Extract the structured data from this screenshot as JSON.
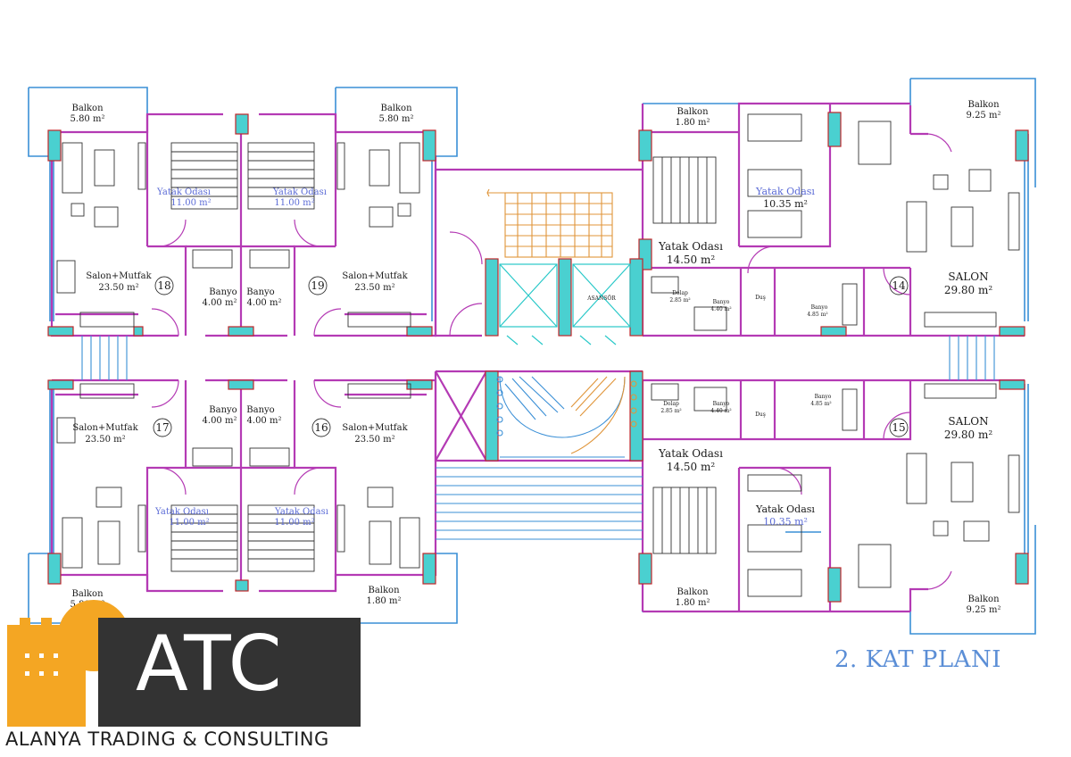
{
  "plan_title": "2. KAT PLANI",
  "logo": {
    "wordmark": "ATC",
    "tagline": "ALANYA TRADING & CONSULTING"
  },
  "colors": {
    "wall": "#b43ab4",
    "window": "#3a8fd6",
    "stair_orange": "#e0953a",
    "elevator": "#28c8c8",
    "column_fill": "#4ad0d0",
    "column_border": "#c0262a",
    "title_blue": "#5b8ed6",
    "logo_orange": "#f4a623",
    "logo_dark": "#333333",
    "text_dark": "#1a1a1a"
  },
  "units": [
    {
      "number": "18"
    },
    {
      "number": "19"
    },
    {
      "number": "14"
    },
    {
      "number": "17"
    },
    {
      "number": "16"
    },
    {
      "number": "15"
    }
  ],
  "rooms": {
    "u18_balkon": [
      "Balkon",
      "5.80 m²"
    ],
    "u19_balkon": [
      "Balkon",
      "5.80 m²"
    ],
    "u18_yatak": [
      "Yatak Odası",
      "11.00 m²"
    ],
    "u19_yatak": [
      "Yatak Odası",
      "11.00 m²"
    ],
    "u18_salon": [
      "Salon+Mutfak",
      "23.50 m²"
    ],
    "u19_salon": [
      "Salon+Mutfak",
      "23.50 m²"
    ],
    "u18_banyo": [
      "Banyo",
      "4.00 m²"
    ],
    "u19_banyo": [
      "Banyo",
      "4.00 m²"
    ],
    "u14_balkon_small": [
      "Balkon",
      "1.80 m²"
    ],
    "u14_balkon_big": [
      "Balkon",
      "9.25 m²"
    ],
    "u14_yatak_big": [
      "Yatak Odası",
      "14.50 m²"
    ],
    "u14_yatak_small": [
      "Yatak Odası",
      "10.35 m²"
    ],
    "u14_salon": [
      "SALON",
      "29.80 m²"
    ],
    "u14_dolap": [
      "Dolap",
      "2.85 m²"
    ],
    "u14_banyo1": [
      "Banyo",
      "4.40 m²"
    ],
    "u14_banyo2": [
      "Banyo",
      "4.85 m²"
    ],
    "u14_dus": "Duş",
    "asansor": "ASANSÖR",
    "u17_salon": [
      "Salon+Mutfak",
      "23.50 m²"
    ],
    "u16_salon": [
      "Salon+Mutfak",
      "23.50 m²"
    ],
    "u17_banyo": [
      "Banyo",
      "4.00 m²"
    ],
    "u16_banyo": [
      "Banyo",
      "4.00 m²"
    ],
    "u17_yatak": [
      "Yatak Odası",
      "11.00 m²"
    ],
    "u16_yatak": [
      "Yatak Odası",
      "11.00 m²"
    ],
    "u17_balkon": [
      "Balkon",
      "5.80 m²"
    ],
    "u16_balkon": [
      "Balkon",
      "1.80 m²"
    ],
    "u15_dolap": [
      "Dolap",
      "2.85 m²"
    ],
    "u15_banyo1": [
      "Banyo",
      "4.40 m²"
    ],
    "u15_dus": "Duş",
    "u15_banyo2": [
      "Banyo",
      "4.85 m²"
    ],
    "u15_salon": [
      "SALON",
      "29.80 m²"
    ],
    "u15_yatak_big": [
      "Yatak Odası",
      "14.50 m²"
    ],
    "u15_yatak_small": [
      "Yatak Odası",
      "10.35 m²"
    ],
    "u15_balkon_small": [
      "Balkon",
      "1.80 m²"
    ],
    "u15_balkon_big": [
      "Balkon",
      "9.25 m²"
    ]
  }
}
